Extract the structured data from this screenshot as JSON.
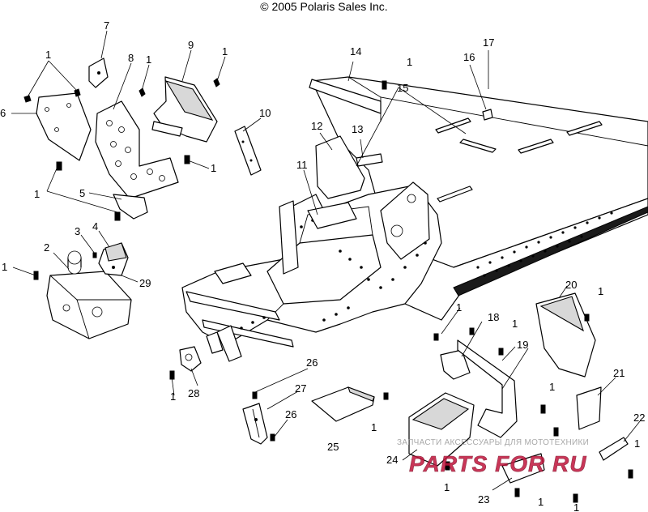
{
  "header": {
    "copyright": "© 2005 Polaris Sales Inc."
  },
  "callouts": {
    "c1": "1",
    "c2": "2",
    "c3": "3",
    "c4": "4",
    "c5": "5",
    "c6": "6",
    "c7": "7",
    "c8": "8",
    "c9": "9",
    "c10": "10",
    "c11": "11",
    "c12": "12",
    "c13": "13",
    "c14": "14",
    "c15": "15",
    "c16": "16",
    "c17": "17",
    "c18": "18",
    "c19": "19",
    "c20": "20",
    "c21": "21",
    "c22": "22",
    "c23": "23",
    "c24": "24",
    "c25": "25",
    "c26": "26",
    "c27": "27",
    "c28": "28",
    "c29": "29"
  },
  "watermark": {
    "tagline": "ЗАПЧАСТИ АКСЕССУАРЫ ДЛЯ МОТОТЕХНИКИ",
    "logo": "PARTS FOR RU",
    "color": "#c0143c"
  }
}
